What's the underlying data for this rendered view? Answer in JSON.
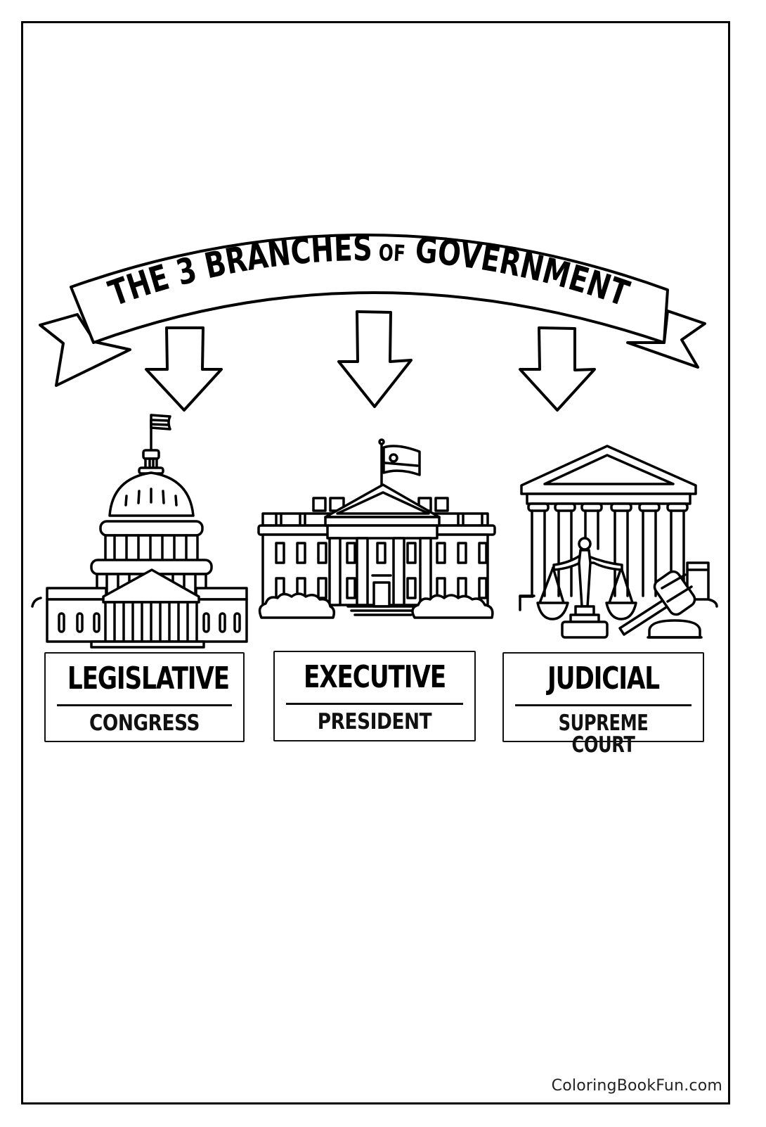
{
  "page": {
    "banner_title_parts": [
      "THE 3 BRANCHES",
      "OF",
      "GOVERNMENT"
    ],
    "banner_title": "THE 3 BRANCHES OF GOVERNMENT",
    "line_color": "#000000",
    "background_color": "#ffffff"
  },
  "branches": [
    {
      "title": "LEGISLATIVE",
      "subtitle": "CONGRESS",
      "building": "capitol-building-icon"
    },
    {
      "title": "EXECUTIVE",
      "subtitle": "PRESIDENT",
      "building": "white-house-icon"
    },
    {
      "title": "JUDICIAL",
      "subtitle": "SUPREME COURT",
      "building": "supreme-court-icon"
    }
  ],
  "footer": {
    "watermark": "ColoringBookFun.com"
  }
}
